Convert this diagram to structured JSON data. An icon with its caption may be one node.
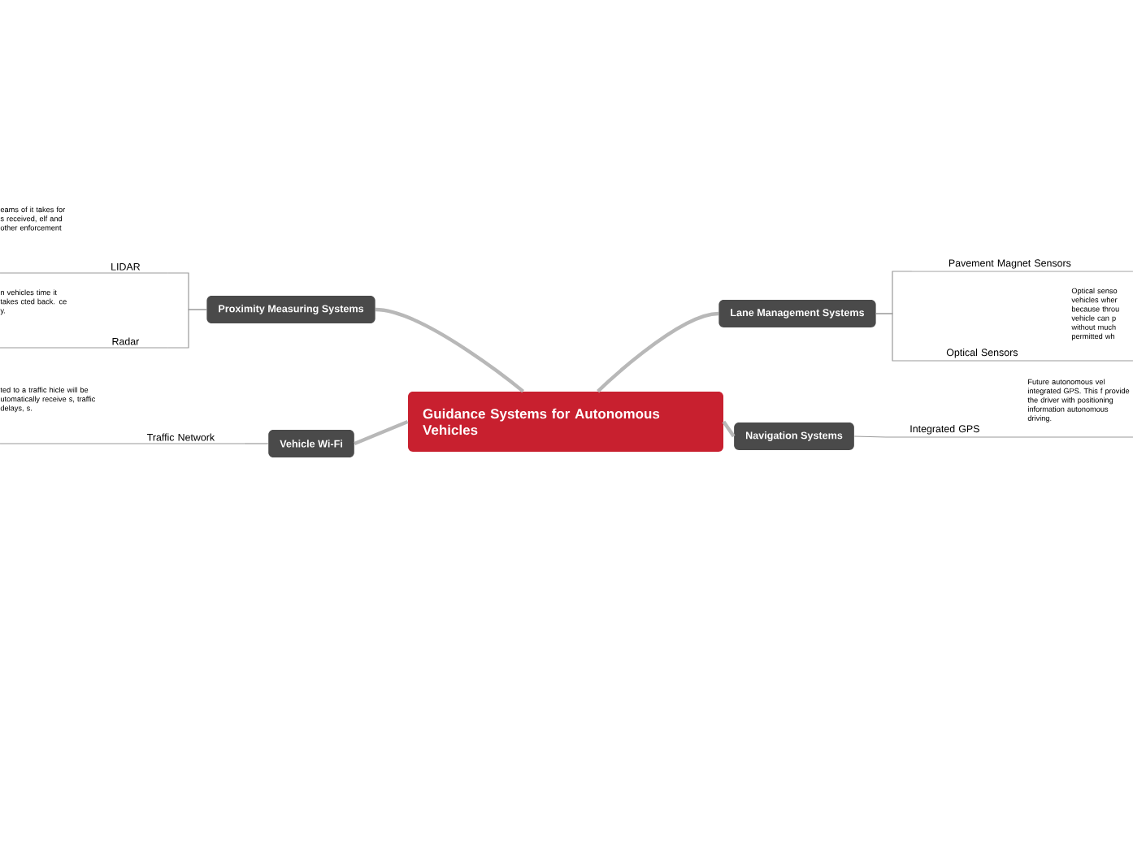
{
  "diagram": {
    "nodes": [
      {
        "text": [
          "Guidance Systems for Autonomous Vehicles"
        ]
      },
      {
        "text": [
          "Proximity Measuring Systems"
        ]
      },
      {
        "text": [
          "Lane Management Systems"
        ]
      },
      {
        "text": [
          "Vehicle Wi-Fi"
        ]
      },
      {
        "text": [
          "Navigation Systems"
        ]
      },
      {
        "text": [
          "LIDAR"
        ]
      },
      {
        "text": [
          "Radar"
        ]
      },
      {
        "text": [
          "Pavement Magnet Sensors"
        ]
      },
      {
        "text": [
          "Optical Sensors"
        ]
      },
      {
        "text": [
          "Traffic Network"
        ]
      },
      {
        "text": [
          "Integrated GPS"
        ]
      }
    ],
    "labels": [
      "eams of it takes for s received, elf and other enforcement",
      "n vehicles time it takes cted back. ce y.",
      "Optical senso vehicles wher because throu vehicle can p without much permitted wh",
      "Future autonomous vel integrated GPS.  This f provide the driver with positioning information autonomous driving.",
      "ted to a traffic hicle will be utomatically receive s, traffic delays, s."
    ],
    "edges": [
      {
        "from": 0,
        "to": 1,
        "arrow": "none",
        "style": "thick",
        "color": "#b8b8b8"
      },
      {
        "from": 0,
        "to": 2,
        "arrow": "none",
        "style": "thick",
        "color": "#b8b8b8"
      },
      {
        "from": 0,
        "to": 3,
        "arrow": "none",
        "style": "thick",
        "color": "#b8b8b8"
      },
      {
        "from": 0,
        "to": 4,
        "arrow": "none",
        "style": "thick",
        "color": "#b8b8b8"
      },
      {
        "from": 1,
        "to": 5,
        "arrow": "none"
      },
      {
        "from": 1,
        "to": 6,
        "arrow": "none"
      },
      {
        "from": 2,
        "to": 7,
        "arrow": "none"
      },
      {
        "from": 2,
        "to": 8,
        "arrow": "none"
      },
      {
        "from": 3,
        "to": 9,
        "arrow": "none"
      },
      {
        "from": 4,
        "to": 10,
        "arrow": "none"
      }
    ]
  }
}
